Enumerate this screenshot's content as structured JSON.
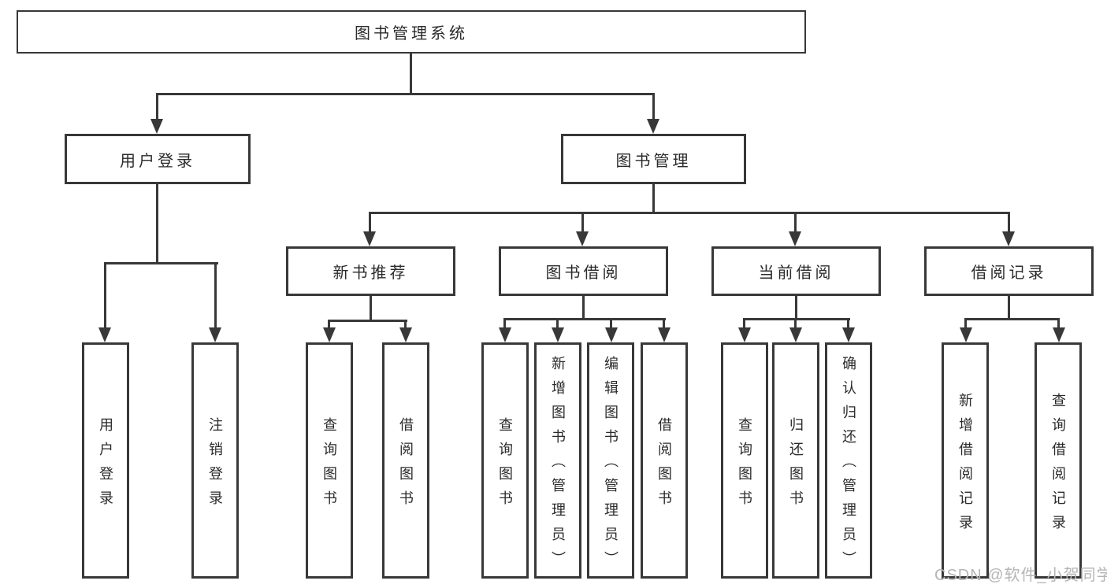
{
  "diagram": {
    "root": "图书管理系统",
    "branches": [
      {
        "label": "用户登录",
        "children": [
          "用户登录",
          "注销登录"
        ]
      },
      {
        "label": "图书管理",
        "sections": [
          {
            "label": "新书推荐",
            "children": [
              "查询图书",
              "借阅图书"
            ]
          },
          {
            "label": "图书借阅",
            "children": [
              "查询图书",
              "新增图书（管理员）",
              "编辑图书（管理员）",
              "借阅图书"
            ]
          },
          {
            "label": "当前借阅",
            "children": [
              "查询图书",
              "归还图书",
              "确认归还（管理员）"
            ]
          },
          {
            "label": "借阅记录",
            "children": [
              "新增借阅记录",
              "查询借阅记录"
            ]
          }
        ]
      }
    ]
  },
  "watermark": {
    "text": "CSDN @软件_小贺同学"
  },
  "colors": {
    "line": "#383838",
    "text": "#2b2b2b",
    "background": "#ffffff",
    "watermark": "#b5b5b5"
  }
}
